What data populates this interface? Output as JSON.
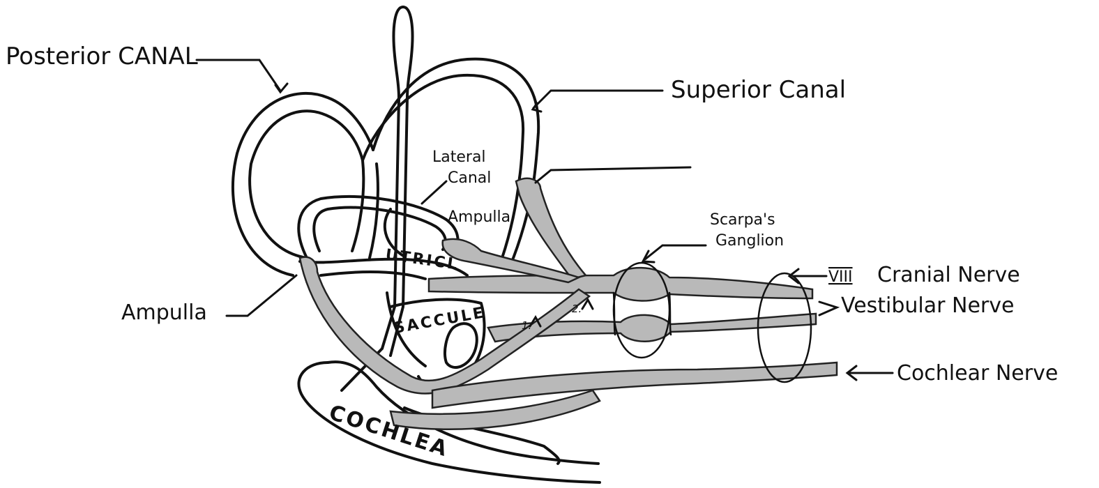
{
  "labels": {
    "posterior_canal": "Posterior CANAL",
    "superior_canal": "Superior Canal",
    "lateral_canal_line1": "Lateral",
    "lateral_canal_line2": "Canal",
    "ampulla_small": "Ampulla",
    "utricle": "UTRICL",
    "saccule": "SACCULE",
    "ampulla_left": "Ampulla",
    "scarpas_line1": "Scarpa's",
    "scarpas_line2": "Ganglion",
    "cranial_numeral": "VIII",
    "cranial_nerve": "Cranial Nerve",
    "vestibular_nerve": "Vestibular Nerve",
    "cochlear_nerve": "Cochlear Nerve",
    "cochlea": "COCHLEA",
    "branch_1": "1.",
    "branch_2": "2."
  },
  "colors": {
    "ink": "#111111",
    "nerve_shading": "#b9b9b9",
    "background": "#ffffff"
  }
}
